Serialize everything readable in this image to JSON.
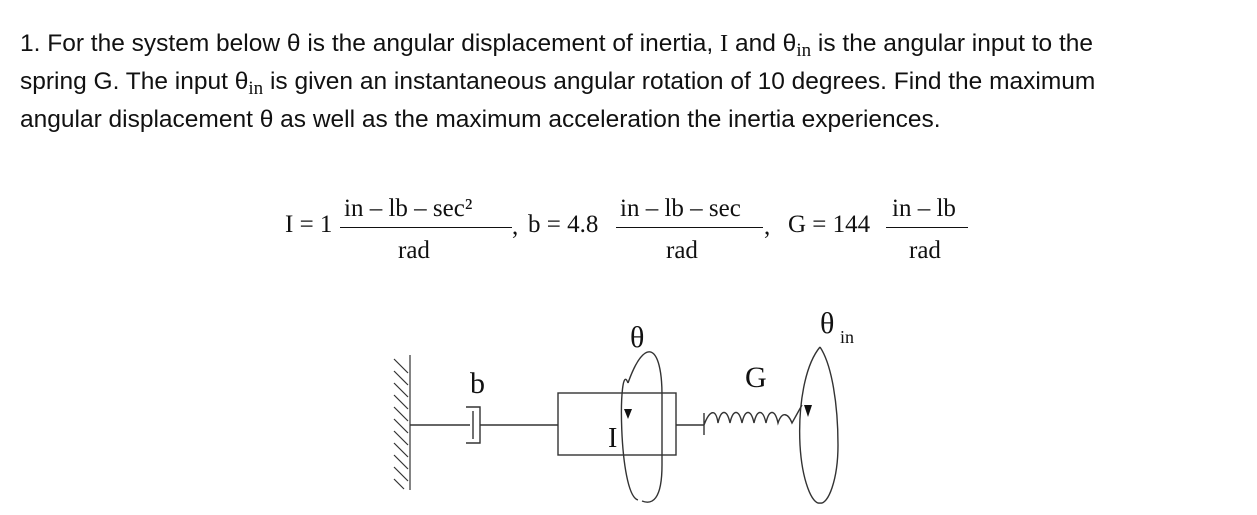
{
  "problem": {
    "line1_a": "1. For the system below ",
    "theta": "θ",
    "line1_b": " is the angular displacement of inertia, ",
    "inertia_symbol": "I",
    "line1_c": " and ",
    "in_subscript": "in",
    "line1_d": " is the angular input to the",
    "line2_a": "spring G. The input ",
    "line2_b": " is given an instantaneous angular rotation of 10 degrees. Find the maximum",
    "line3_a": "angular displacement ",
    "line3_b": " as well as the maximum acceleration the inertia experiences."
  },
  "parameters": {
    "inertia": {
      "label": "I = 1",
      "numerator": "in – lb – sec²",
      "denominator": "rad",
      "separator": ","
    },
    "damping": {
      "label": "b = 4.8",
      "numerator": "in – lb – sec",
      "denominator": "rad",
      "separator": ","
    },
    "spring": {
      "label": "G = 144",
      "numerator": "in – lb",
      "denominator": "rad"
    }
  },
  "diagram": {
    "damper_label": "b",
    "theta_label": "θ",
    "spring_label": "G",
    "inertia_label": "I",
    "theta_in_label": "θ",
    "theta_in_subscript": "in"
  }
}
